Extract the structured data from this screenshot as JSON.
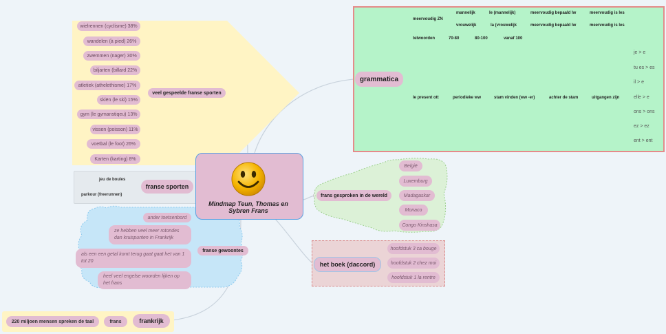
{
  "center": {
    "title": "Mindmap Teun, Thomas en Sybren Frans",
    "icon": "smiley-icon",
    "colors": {
      "face": "#f5b400",
      "border": "#5aa0e0",
      "box": "#e2bcd2"
    }
  },
  "sports": {
    "label": "veel gespeelde franse sporten",
    "items": [
      "wielrennen (cyclisme) 38%",
      "wandelen (à pied) 26%",
      "zwemmen (nager) 30%",
      "biljarten (billard 22%",
      "atletiek (athelethisme) 17%",
      "skiën (le ski) 15%",
      "gym (le gymanstiqeu) 13%",
      "vissen (poisson) 11%",
      "voetbal (le foot) 26%",
      "Karten (karting) 8%"
    ]
  },
  "franse_sporten": {
    "label": "franse sporten",
    "items": [
      "jeu de boules",
      "parkour (freerunnen)"
    ]
  },
  "gewoontes": {
    "label": "franse gewoontes",
    "items": [
      "ander toetsenbord",
      "ze hebben veel meer rotondes dan kruispunten in Frankrijk",
      "als een een getal komt terug gaat gaat het van 1 tot 20",
      "heel veel engelse woorden lijken op het frans"
    ]
  },
  "frankrijk": {
    "label": "frankrijk",
    "items": [
      "frans",
      "220 miljoen mensen spreken de taal"
    ]
  },
  "grammatica": {
    "label": "grammatica",
    "meervoudig": "meervoudig ZN",
    "mannelijk": "mannelijk",
    "vrouwelijk": "vrouwelijk",
    "le": "le (mannelijk)",
    "la": "la (vrouwelijk",
    "bepaald1": "meervoudig bepaald lw",
    "bepaald2": "meervoudig bepaald lw",
    "les1": "meervoudig is les",
    "les2": "meervoudig is les",
    "telwoorden": "telwoorden",
    "t70": "70-80",
    "t80": "80-100",
    "t100": "vanaf 100",
    "present": "le present ott",
    "periodieke": "periodieke ww",
    "stam": "stam vinden (ww -er)",
    "achter": "achter de stam",
    "uitgangen": "uitgangen zijn",
    "pronouns": [
      "je > e",
      "tu es > es",
      "il > e",
      "elle > e",
      "ons > ons",
      "ez > ez",
      "ent > ent"
    ]
  },
  "wereld": {
    "label": "frans gesproken in de wereld",
    "items": [
      "België",
      "Luxemburg",
      "Madagaskar",
      "Monaco",
      "Congo Kinshasa"
    ]
  },
  "boek": {
    "label": "het boek (daccord)",
    "items": [
      "hoofdstuk 3 ca bouge",
      "hoofdstuk 2 chez moi",
      "hoofdstuk 1 la rentre"
    ]
  }
}
